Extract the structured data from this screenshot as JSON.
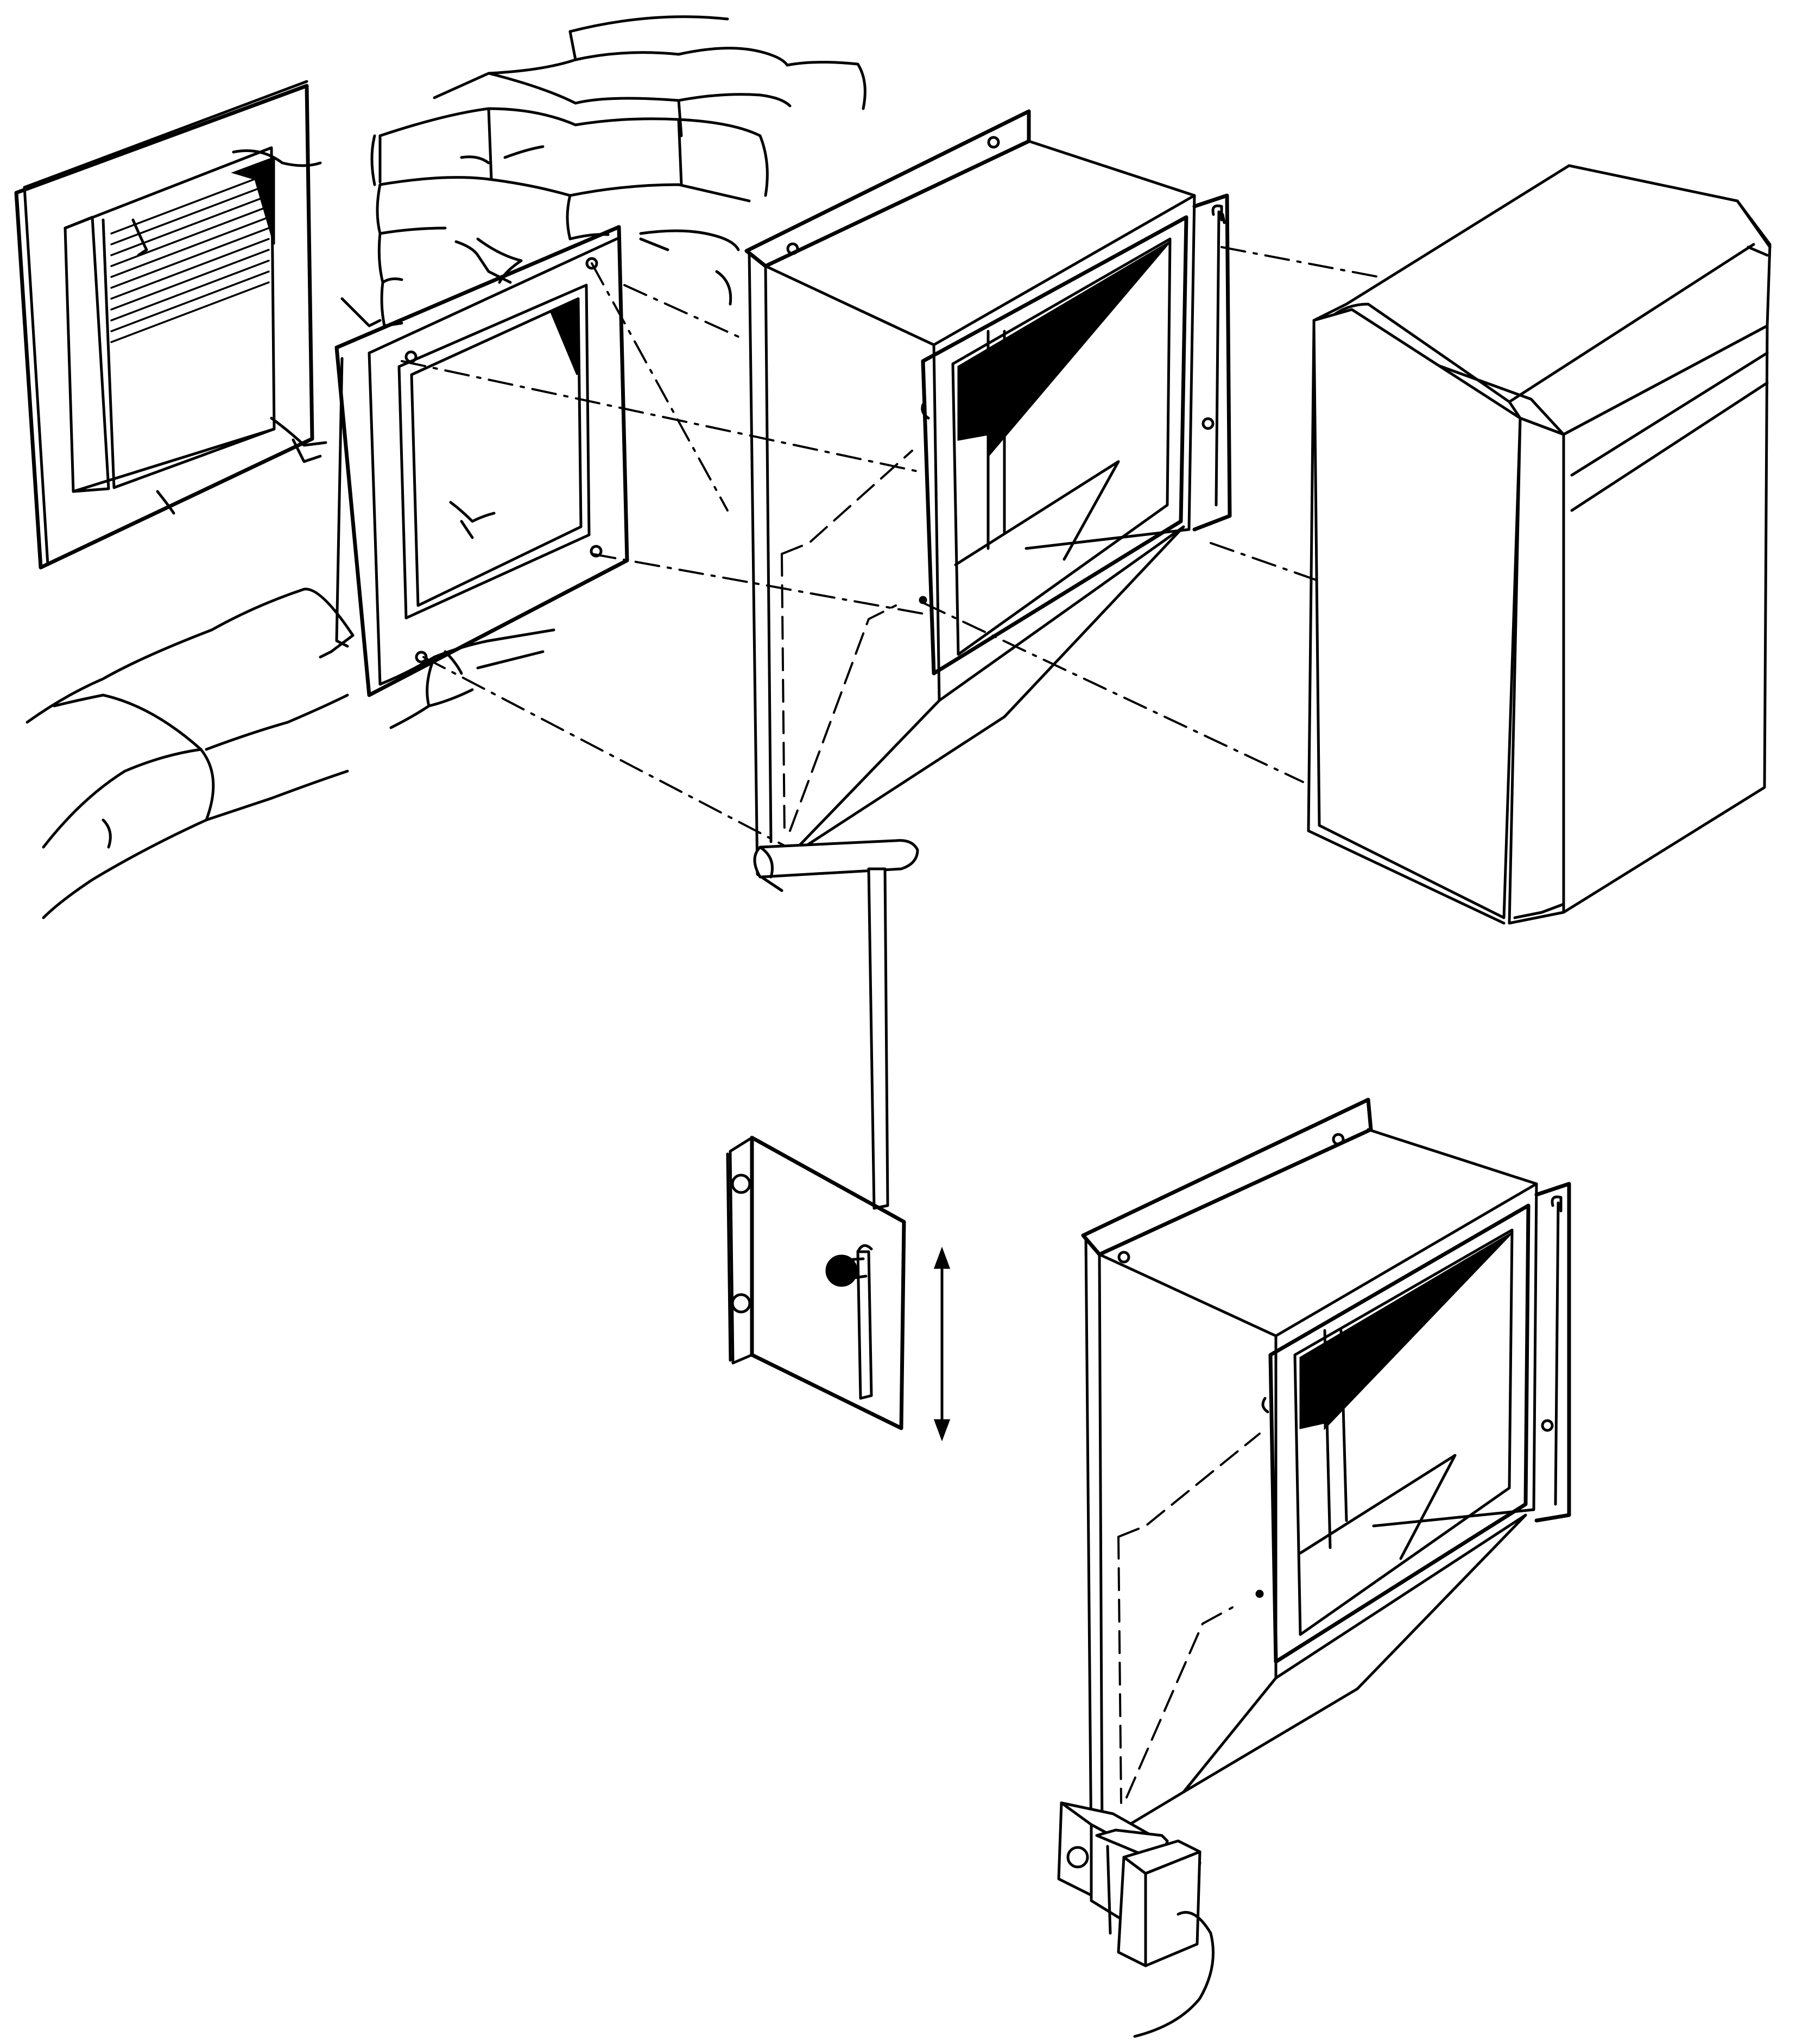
{
  "figure": {
    "type": "exploded technical line drawing",
    "components": [
      {
        "id": "louvred-grille",
        "icon": "grille-icon"
      },
      {
        "id": "mounting-frame",
        "icon": "frame-icon"
      },
      {
        "id": "wall-sleeve-with-damper",
        "icon": "sleeve-icon"
      },
      {
        "id": "damper-handle-rod",
        "icon": "rod-icon"
      },
      {
        "id": "manual-slide-plate",
        "icon": "slide-plate-icon"
      },
      {
        "id": "motorised-variant-sleeve",
        "icon": "sleeve-icon"
      },
      {
        "id": "actuator-motor",
        "icon": "motor-icon"
      },
      {
        "id": "rear-cover-hood",
        "icon": "hood-icon"
      },
      {
        "id": "brick-wall",
        "icon": "brick-wall-icon"
      }
    ],
    "indicators": {
      "updown-arrow": "double-arrow-icon"
    },
    "colors": {
      "line": "#000000",
      "background": "#ffffff"
    }
  }
}
